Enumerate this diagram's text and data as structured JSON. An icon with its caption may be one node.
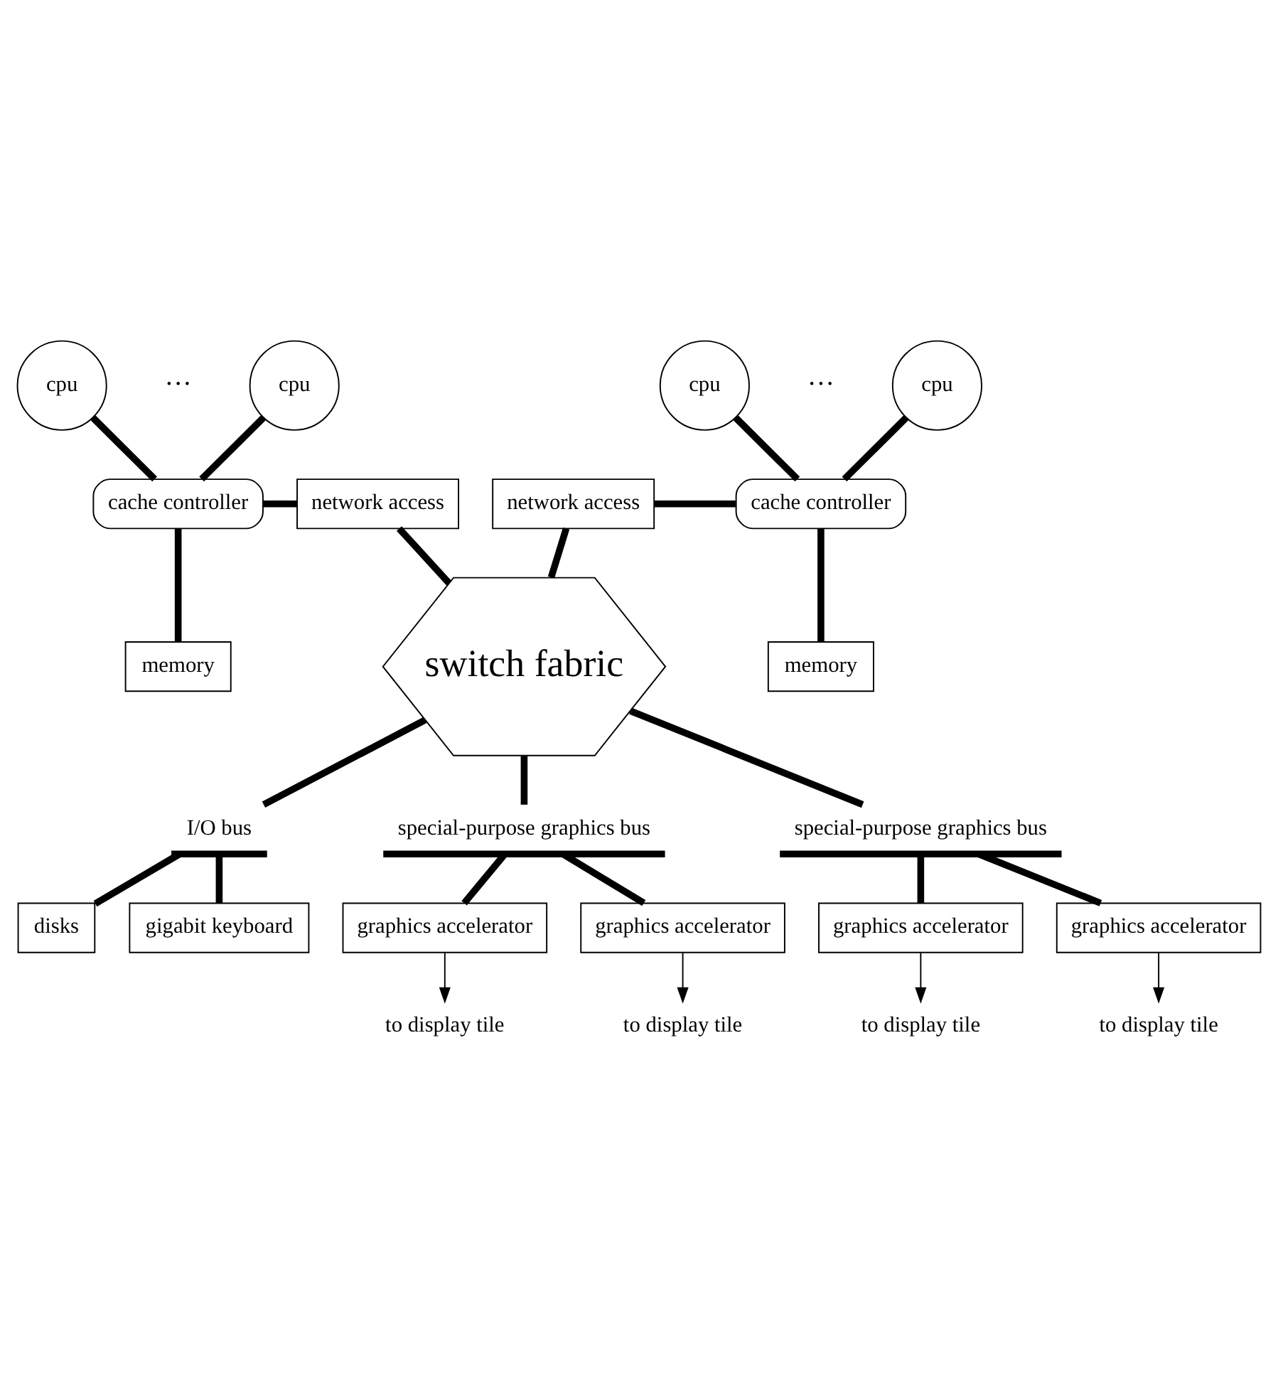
{
  "diagram": {
    "nodes": [
      {
        "text": [
          "cpu"
        ]
      },
      {
        "text": [
          "cpu"
        ]
      },
      {
        "text": [
          "cache controller"
        ]
      },
      {
        "text": [
          "network access"
        ]
      },
      {
        "text": [
          "memory"
        ]
      },
      {
        "text": [
          "cpu"
        ]
      },
      {
        "text": [
          "cpu"
        ]
      },
      {
        "text": [
          "network access"
        ]
      },
      {
        "text": [
          "cache controller"
        ]
      },
      {
        "text": [
          "memory"
        ]
      },
      {
        "text": [
          "switch fabric"
        ]
      },
      {
        "text": [
          "I/O bus"
        ]
      },
      {
        "text": [
          "disks"
        ]
      },
      {
        "text": [
          "gigabit keyboard"
        ]
      },
      {
        "text": [
          "special-purpose graphics bus"
        ]
      },
      {
        "text": [
          "special-purpose graphics bus"
        ]
      },
      {
        "text": [
          "graphics accelerator"
        ]
      },
      {
        "text": [
          "graphics accelerator"
        ]
      },
      {
        "text": [
          "graphics accelerator"
        ]
      },
      {
        "text": [
          "graphics accelerator"
        ]
      },
      {
        "text": [
          "to display tile"
        ]
      },
      {
        "text": [
          "to display tile"
        ]
      },
      {
        "text": [
          "to display tile"
        ]
      },
      {
        "text": [
          "to display tile"
        ]
      }
    ],
    "edges": [
      {
        "from": 0,
        "to": 2,
        "arrow": "none"
      },
      {
        "from": 1,
        "to": 2,
        "arrow": "none"
      },
      {
        "from": 2,
        "to": 3,
        "arrow": "none"
      },
      {
        "from": 2,
        "to": 4,
        "arrow": "none"
      },
      {
        "from": 3,
        "to": 10,
        "arrow": "none"
      },
      {
        "from": 5,
        "to": 8,
        "arrow": "none"
      },
      {
        "from": 6,
        "to": 8,
        "arrow": "none"
      },
      {
        "from": 7,
        "to": 8,
        "arrow": "none"
      },
      {
        "from": 8,
        "to": 9,
        "arrow": "none"
      },
      {
        "from": 7,
        "to": 10,
        "arrow": "none"
      },
      {
        "from": 10,
        "to": 11,
        "arrow": "none"
      },
      {
        "from": 11,
        "to": 12,
        "arrow": "none"
      },
      {
        "from": 11,
        "to": 13,
        "arrow": "none"
      },
      {
        "from": 10,
        "to": 14,
        "arrow": "none"
      },
      {
        "from": 10,
        "to": 15,
        "arrow": "none"
      },
      {
        "from": 14,
        "to": 16,
        "arrow": "none"
      },
      {
        "from": 14,
        "to": 17,
        "arrow": "none"
      },
      {
        "from": 15,
        "to": 18,
        "arrow": "none"
      },
      {
        "from": 15,
        "to": 19,
        "arrow": "none"
      },
      {
        "from": 16,
        "to": 20,
        "arrow": "to"
      },
      {
        "from": 17,
        "to": 21,
        "arrow": "to"
      },
      {
        "from": 18,
        "to": 22,
        "arrow": "to"
      },
      {
        "from": 19,
        "to": 23,
        "arrow": "to"
      }
    ],
    "labels": [
      "···",
      "···"
    ]
  }
}
